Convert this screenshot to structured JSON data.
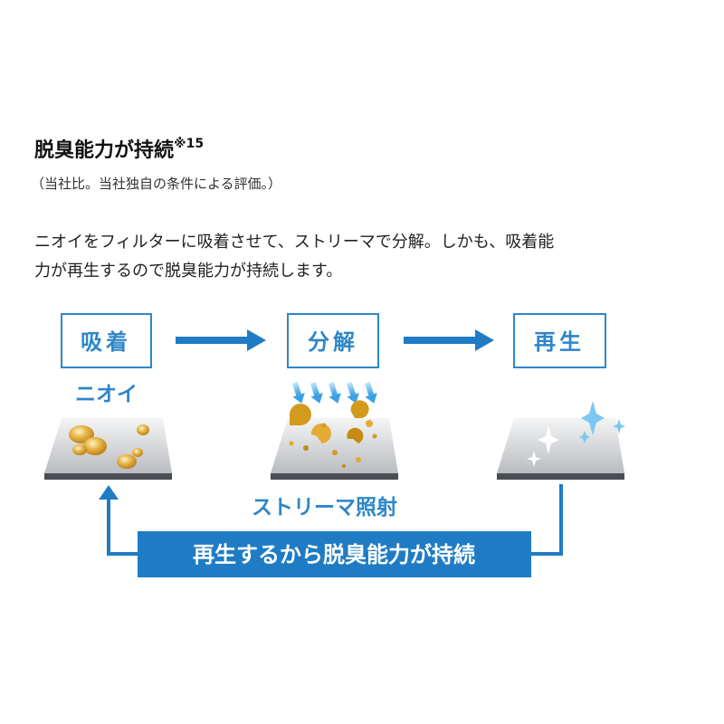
{
  "heading": {
    "title": "脱臭能力が持続",
    "footnote_mark": "※15"
  },
  "subnote": "（当社比。当社独自の条件による評価。）",
  "description": {
    "line1": "ニオイをフィルターに吸着させて、ストリーマで分解。しかも、吸着能",
    "line2": "力が再生するので脱臭能力が持続します。"
  },
  "diagram": {
    "steps": [
      {
        "label": "吸着"
      },
      {
        "label": "分解"
      },
      {
        "label": "再生"
      }
    ],
    "odor_label": "ニオイ",
    "streamer_label": "ストリーマ照射",
    "banner_label": "再生するから脱臭能力が持続",
    "colors": {
      "accent_blue": "#2e86c8",
      "banner_blue": "#1f7cc4",
      "odor_gold": "#d49a1e",
      "sparkle_blue": "#7cc8f0"
    }
  }
}
